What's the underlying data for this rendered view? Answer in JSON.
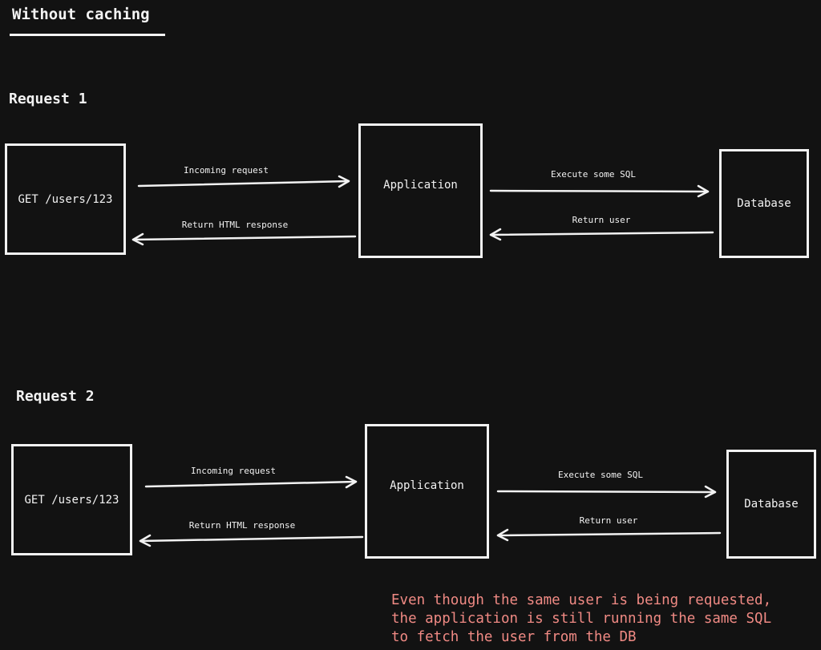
{
  "header": {
    "title": "Without caching"
  },
  "sections": [
    {
      "title": "Request 1",
      "client_label": "GET /users/123",
      "app_label": "Application",
      "db_label": "Database",
      "edges": {
        "incoming": "Incoming request",
        "return_html": "Return HTML response",
        "execute_sql": "Execute some SQL",
        "return_user": "Return user"
      }
    },
    {
      "title": "Request 2",
      "client_label": "GET /users/123",
      "app_label": "Application",
      "db_label": "Database",
      "edges": {
        "incoming": "Incoming request",
        "return_html": "Return HTML response",
        "execute_sql": "Execute some SQL",
        "return_user": "Return user"
      }
    }
  ],
  "note": {
    "lines": [
      "Even though the same user is being requested,",
      "the application is still running the same SQL",
      "to fetch the user from the DB"
    ],
    "color": "#f08a84"
  },
  "colors": {
    "background": "#121212",
    "stroke": "#f2f2f2"
  }
}
